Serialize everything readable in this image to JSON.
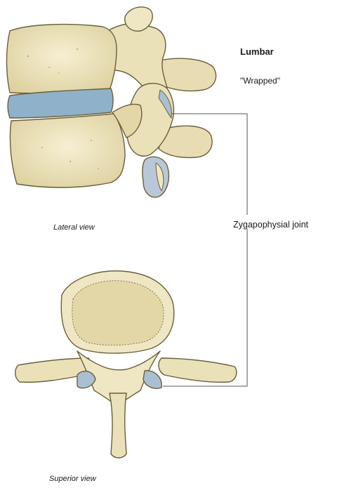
{
  "labels": {
    "title": "Lumbar",
    "subtitle": "\"Wrapped\"",
    "lateral_view": "Lateral view",
    "superior_view": "Superior view",
    "joint": "Zygapophysial joint"
  },
  "colors": {
    "bone": "#efe6c3",
    "bone_shade": "#d9cc98",
    "outline": "#6b5f3a",
    "disc": "#8fb1c9",
    "cartilage": "#a9bfd2",
    "leader": "#555555"
  }
}
